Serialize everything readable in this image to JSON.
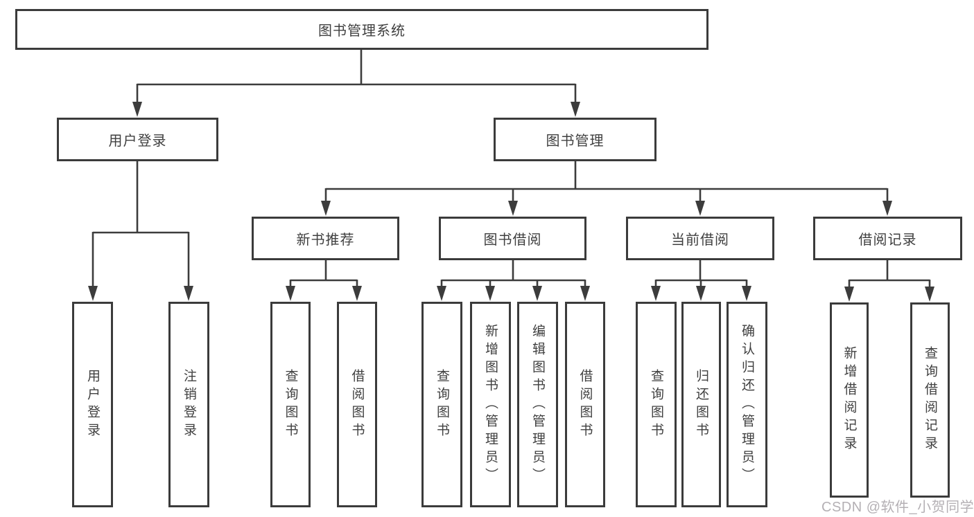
{
  "tree": {
    "label": "图书管理系统",
    "children": [
      {
        "label": "用户登录",
        "children": [
          {
            "label": "用户登录"
          },
          {
            "label": "注销登录"
          }
        ]
      },
      {
        "label": "图书管理",
        "children": [
          {
            "label": "新书推荐",
            "children": [
              {
                "label": "查询图书"
              },
              {
                "label": "借阅图书"
              }
            ]
          },
          {
            "label": "图书借阅",
            "children": [
              {
                "label": "查询图书"
              },
              {
                "label": "新增图书（管理员）"
              },
              {
                "label": "编辑图书（管理员）"
              },
              {
                "label": "借阅图书"
              }
            ]
          },
          {
            "label": "当前借阅",
            "children": [
              {
                "label": "查询图书"
              },
              {
                "label": "归还图书"
              },
              {
                "label": "确认归还（管理员）"
              }
            ]
          },
          {
            "label": "借阅记录",
            "children": [
              {
                "label": "新增借阅记录"
              },
              {
                "label": "查询借阅记录"
              }
            ]
          }
        ]
      }
    ]
  },
  "watermark": {
    "text": "CSDN @软件_小贺同学"
  },
  "colors": {
    "line": "#3c3c3c",
    "box_border": "#3b3b3b",
    "text": "#3f3f3f",
    "watermark": "#b0acb0",
    "background": "#ffffff"
  }
}
